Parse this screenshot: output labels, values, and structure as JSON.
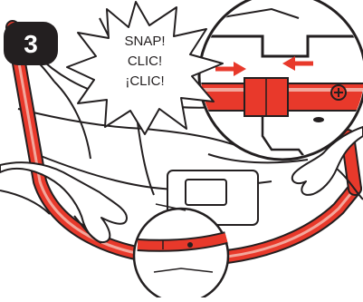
{
  "step": {
    "number": "3"
  },
  "callout": {
    "lines": [
      "SNAP!",
      "CLIC!",
      "¡CLIC!"
    ]
  },
  "colors": {
    "frame": "#e8392b",
    "frame_light": "#f2a79c",
    "outline": "#231f20",
    "badge": "#231f20"
  },
  "icons": [
    "arrow-right-icon",
    "arrow-left-icon",
    "screw-icon"
  ]
}
